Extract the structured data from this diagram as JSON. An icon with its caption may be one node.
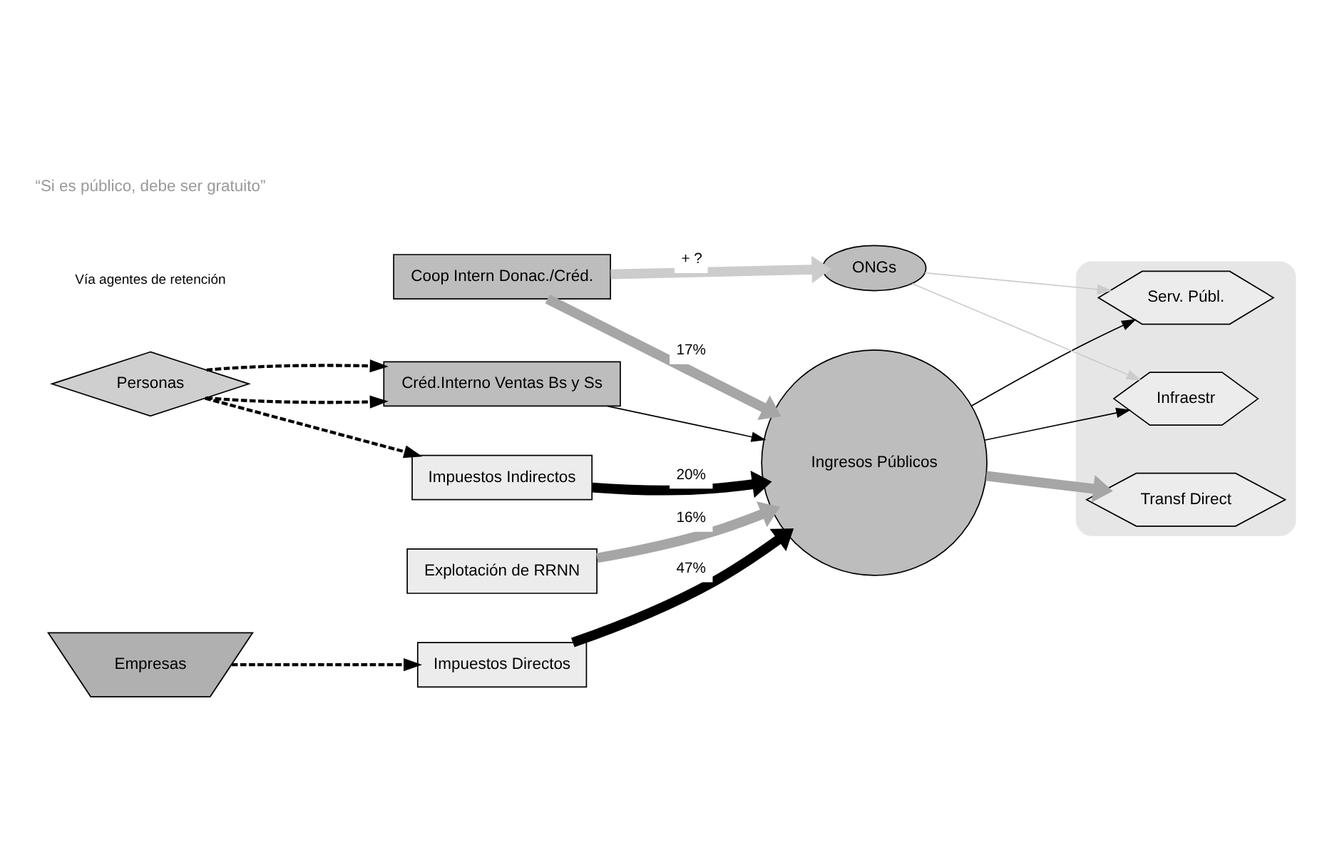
{
  "diagram": {
    "nodes": [
      {
        "text": [
          "Explotación de RRNN"
        ]
      },
      {
        "text": [
          "Impuestos Directos"
        ]
      },
      {
        "text": [
          "Impuestos Indirectos"
        ]
      },
      {
        "text": [
          "Créd.Interno Ventas Bs y Ss"
        ]
      },
      {
        "text": [
          "Coop Intern Donac./Créd."
        ]
      },
      {
        "text": [
          "Ingresos Públicos"
        ]
      },
      {
        "text": [
          "ONGs"
        ]
      },
      {
        "text": [],
        "shape": "ellipse"
      },
      {
        "text": [
          "Infraestr"
        ],
        "in": 7
      },
      {
        "text": [
          "Transf Direct"
        ],
        "in": 7
      },
      {
        "text": [
          "Serv. Públ."
        ],
        "in": 7
      },
      {
        "text": [
          "Empresas"
        ]
      },
      {
        "text": [
          "Personas"
        ]
      }
    ],
    "edges": [
      {
        "from": 0,
        "to": 5,
        "arrow": "to",
        "label": "16%",
        "style": "thick",
        "color": "#a6a6a6"
      },
      {
        "from": 1,
        "to": 5,
        "arrow": "to",
        "label": "47%",
        "style": "thick"
      },
      {
        "from": 2,
        "to": 5,
        "arrow": "to",
        "label": "20%",
        "style": "thick"
      },
      {
        "from": 3,
        "to": 5,
        "arrow": "to"
      },
      {
        "from": 4,
        "to": 5,
        "arrow": "to",
        "label": "17%",
        "style": "thick",
        "color": "#a6a6a6"
      },
      {
        "from": 4,
        "to": 6,
        "arrow": "to",
        "label": "+ ?",
        "style": "thick",
        "color": "#cccccc"
      },
      {
        "from": 5,
        "to": 8,
        "arrow": "to"
      },
      {
        "from": 5,
        "to": 9,
        "arrow": "to",
        "style": "thick",
        "color": "#a6a6a6"
      },
      {
        "from": 5,
        "to": 10,
        "arrow": "to"
      },
      {
        "from": 6,
        "to": 8,
        "arrow": "to",
        "color": "#cccccc"
      },
      {
        "from": 6,
        "to": 10,
        "arrow": "to",
        "color": "#cccccc"
      },
      {
        "from": 11,
        "to": 1,
        "arrow": "to",
        "style": "dashed"
      },
      {
        "from": 12,
        "to": 2,
        "arrow": "to",
        "style": "dashed"
      },
      {
        "from": 12,
        "to": 3,
        "arrow": "to",
        "style": "dashed"
      },
      {
        "from": 12,
        "to": 3,
        "arrow": "to",
        "style": "dashed"
      }
    ],
    "labels": [
      "Vía agentes de retención",
      "“Si es público, debe ser gratuito”"
    ]
  }
}
